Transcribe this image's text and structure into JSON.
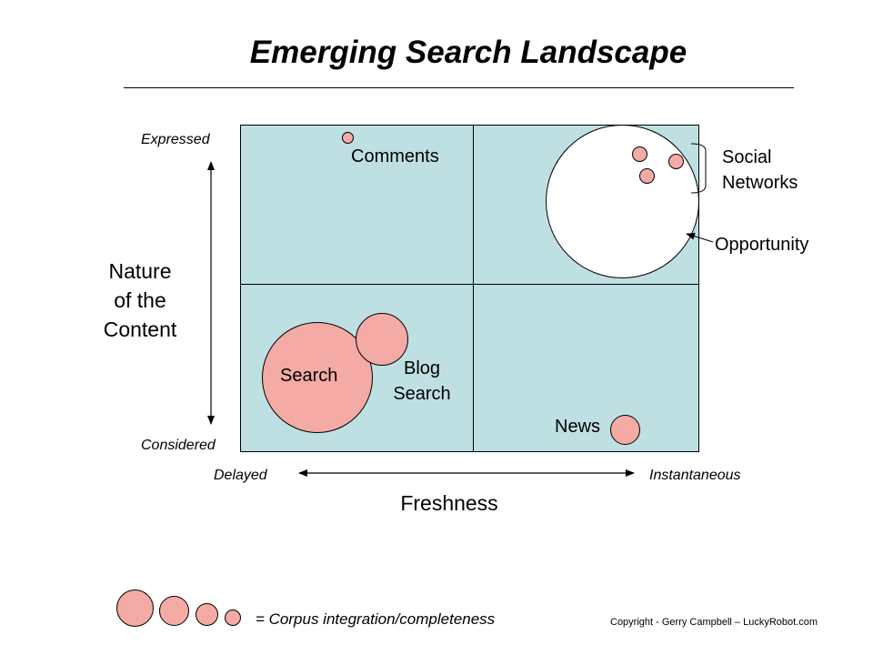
{
  "title": "Emerging Search Landscape",
  "y_axis": {
    "title_lines": [
      "Nature",
      "of the",
      "Content"
    ],
    "top_label": "Expressed",
    "bottom_label": "Considered"
  },
  "x_axis": {
    "title": "Freshness",
    "left_label": "Delayed",
    "right_label": "Instantaneous"
  },
  "bubbles": {
    "search": "Search",
    "blog_search_lines": [
      "Blog",
      "Search"
    ],
    "comments": "Comments",
    "news": "News",
    "social_networks_lines": [
      "Social",
      "Networks"
    ],
    "opportunity": "Opportunity"
  },
  "legend": {
    "text": "= Corpus integration/completeness"
  },
  "copyright": "Copyright - Gerry Campbell – LuckyRobot.com",
  "colors": {
    "quadrant_fill": "#bfe0e2",
    "bubble_fill": "#f4aaa5",
    "opportunity_fill": "#ffffff"
  }
}
